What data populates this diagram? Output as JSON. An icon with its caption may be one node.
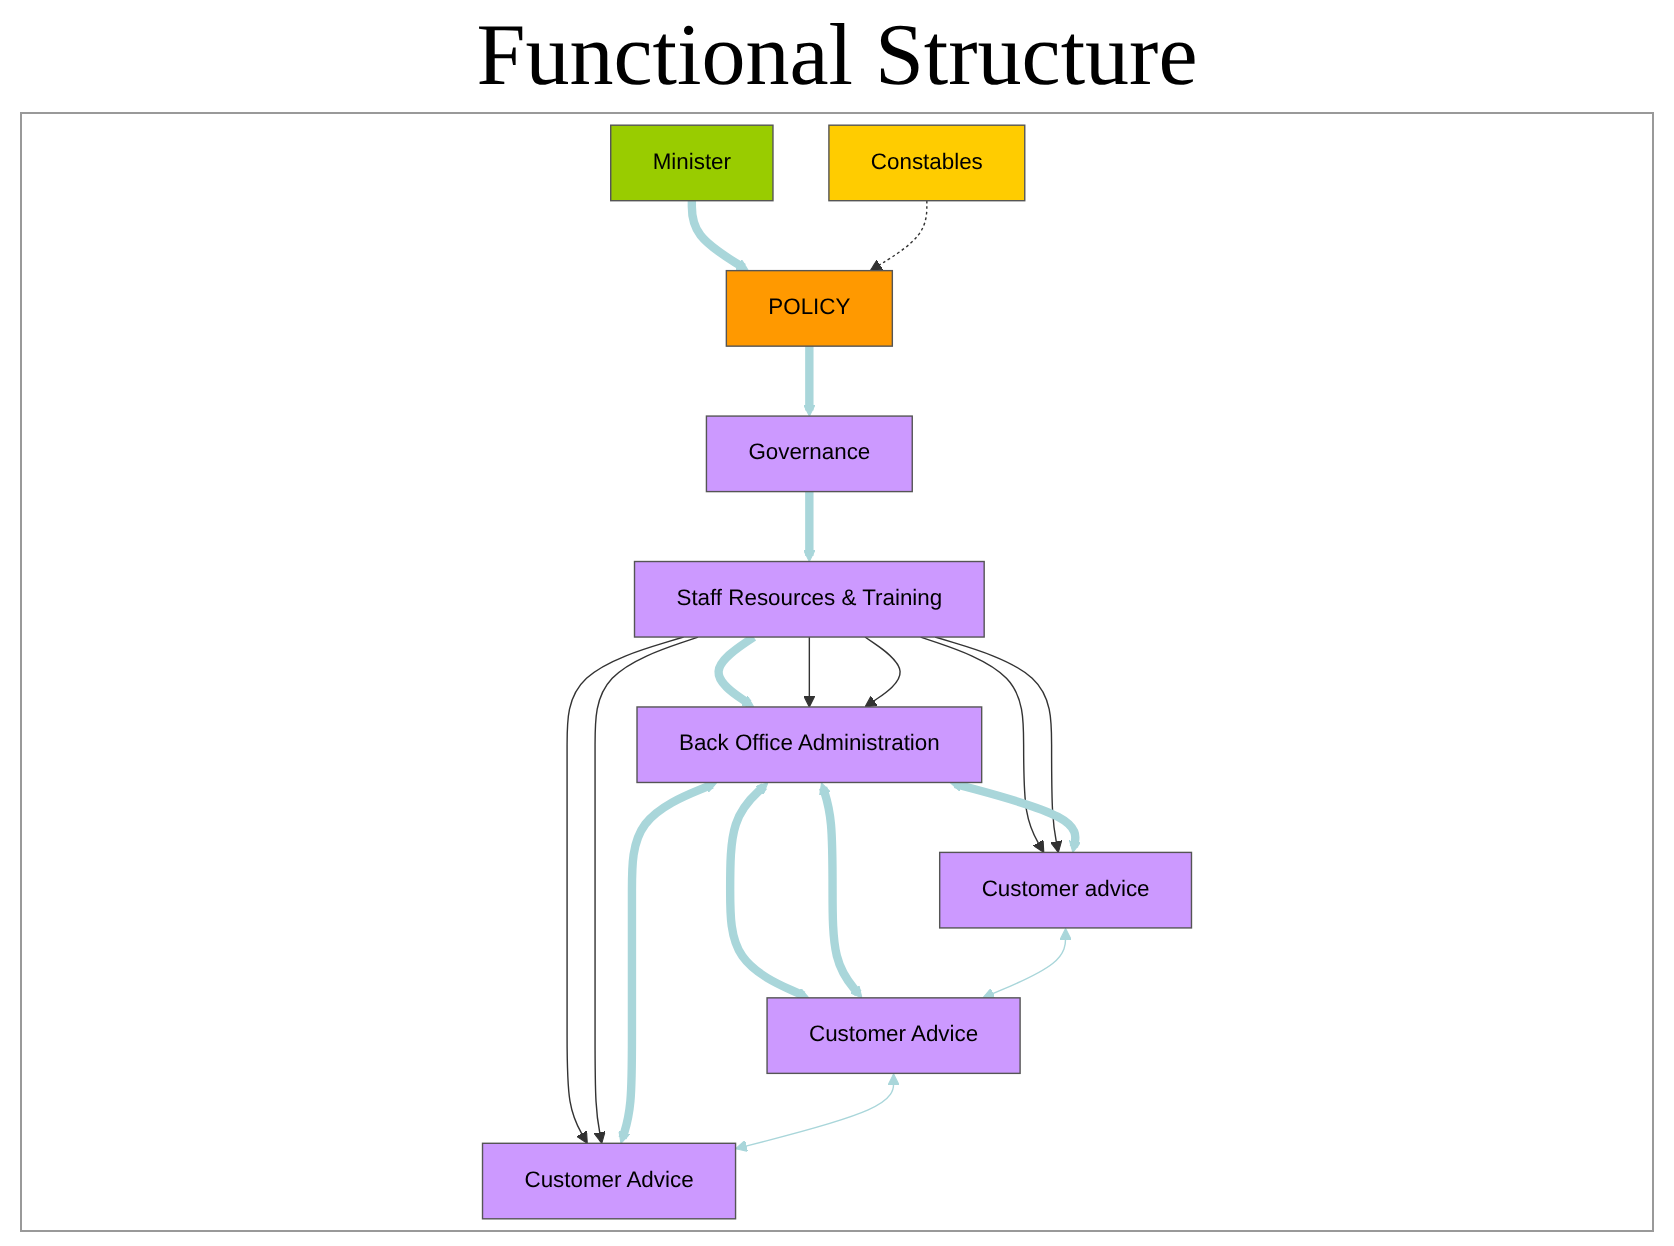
{
  "diagram": {
    "title": "Functional Structure",
    "nodes": [
      {
        "text": [
          "Minister"
        ]
      },
      {
        "text": [
          "Constables"
        ]
      },
      {
        "text": [
          "POLICY"
        ]
      },
      {
        "text": [
          "Governance"
        ]
      },
      {
        "text": [
          "Staff Resources & Training"
        ]
      },
      {
        "text": [
          "Back Office Administration"
        ]
      },
      {
        "text": [
          "Customer advice"
        ]
      },
      {
        "text": [
          "Customer Advice"
        ]
      },
      {
        "text": [
          "Customer Advice"
        ]
      }
    ],
    "edges": [
      {
        "from": 0,
        "to": 2,
        "arrow": "to",
        "style": "thick",
        "color": "#a9d6da"
      },
      {
        "from": 1,
        "to": 2,
        "arrow": "to",
        "style": "dashed",
        "color": "#333333"
      },
      {
        "from": 2,
        "to": 3,
        "arrow": "to",
        "style": "thick",
        "color": "#a9d6da"
      },
      {
        "from": 3,
        "to": 4,
        "arrow": "to",
        "style": "thick",
        "color": "#a9d6da"
      },
      {
        "from": 4,
        "to": 5,
        "arrow": "to",
        "style": "thick",
        "color": "#a9d6da"
      },
      {
        "from": 4,
        "to": 5,
        "arrow": "to",
        "color": "#333333"
      },
      {
        "from": 4,
        "to": 5,
        "arrow": "to",
        "color": "#333333"
      },
      {
        "from": 4,
        "to": 6,
        "arrow": "to",
        "color": "#333333"
      },
      {
        "from": 4,
        "to": 6,
        "arrow": "to",
        "color": "#333333"
      },
      {
        "from": 4,
        "to": 8,
        "arrow": "to",
        "color": "#333333"
      },
      {
        "from": 4,
        "to": 8,
        "arrow": "to",
        "color": "#333333"
      },
      {
        "from": 5,
        "to": 6,
        "arrow": "both",
        "style": "thick",
        "color": "#a9d6da"
      },
      {
        "from": 5,
        "to": 7,
        "arrow": "both",
        "style": "thick",
        "color": "#a9d6da"
      },
      {
        "from": 5,
        "to": 7,
        "arrow": "both",
        "style": "thick",
        "color": "#a9d6da"
      },
      {
        "from": 5,
        "to": 8,
        "arrow": "both",
        "style": "thick",
        "color": "#a9d6da"
      },
      {
        "from": 6,
        "to": 7,
        "arrow": "both",
        "color": "#a9d6da"
      },
      {
        "from": 7,
        "to": 8,
        "arrow": "both",
        "color": "#a9d6da"
      }
    ]
  }
}
